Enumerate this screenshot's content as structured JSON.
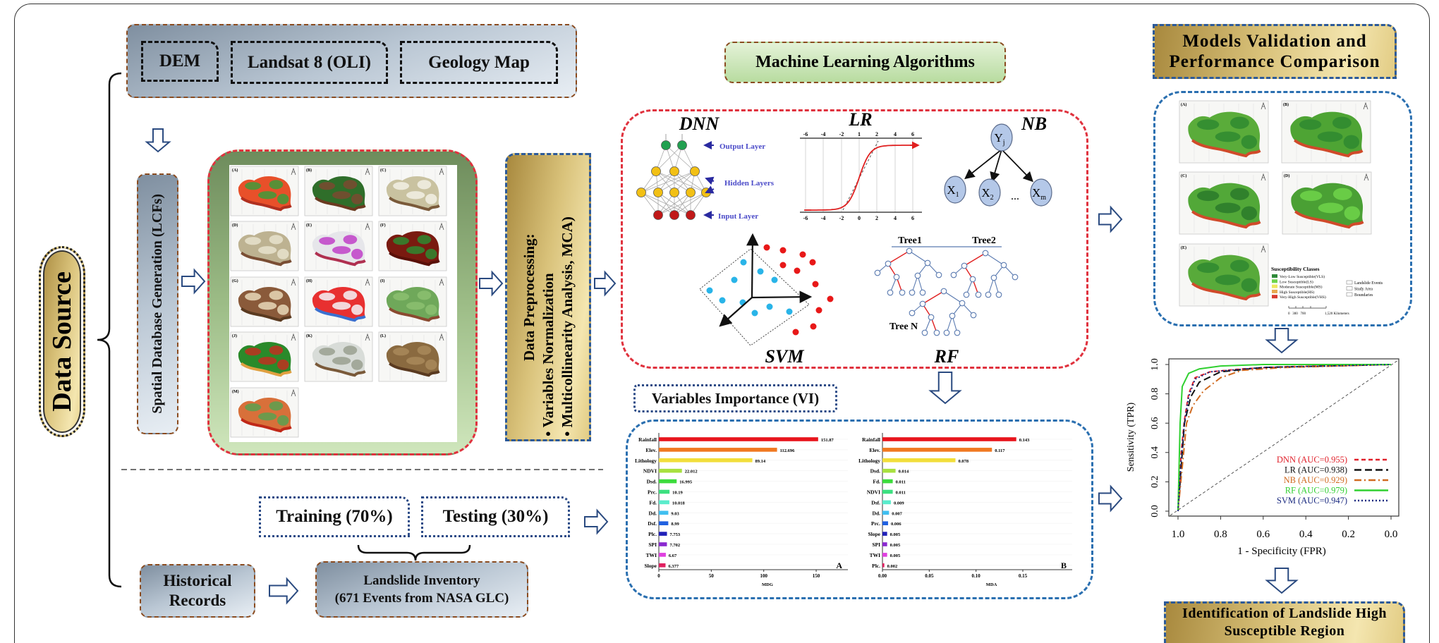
{
  "data_source": {
    "label": "Data Source"
  },
  "sources": {
    "dem": "DEM",
    "landsat": "Landsat 8 (OLI)",
    "geology": "Geology Map"
  },
  "spatial_db": {
    "label": "Spatial Database Generation (LCFs)"
  },
  "lcf_maps": [
    {
      "label": "(A)",
      "colors": [
        "#e8502a",
        "#3f9a3a",
        "#b03020"
      ]
    },
    {
      "label": "(B)",
      "colors": [
        "#2f6e2a",
        "#7a4a30",
        "#6a3a20"
      ]
    },
    {
      "label": "(C)",
      "colors": [
        "#c9c2a0",
        "#f2f0e4",
        "#7a5a3a"
      ]
    },
    {
      "label": "(D)",
      "colors": [
        "#bdb291",
        "#e8e2cc",
        "#7a4e34"
      ]
    },
    {
      "label": "(E)",
      "colors": [
        "#e6e6ea",
        "#c040c8",
        "#b03050"
      ]
    },
    {
      "label": "(F)",
      "colors": [
        "#7a1a10",
        "#2f8a30",
        "#5a1008"
      ]
    },
    {
      "label": "(G)",
      "colors": [
        "#8a5a3a",
        "#e8d8b8",
        "#5a3a20"
      ]
    },
    {
      "label": "(H)",
      "colors": [
        "#e83030",
        "#f4f4f8",
        "#3a70d0"
      ]
    },
    {
      "label": "(I)",
      "colors": [
        "#6fa85a",
        "#8cc070",
        "#8a4a30"
      ]
    },
    {
      "label": "(J)",
      "colors": [
        "#2a8a2a",
        "#c03020",
        "#e0a040"
      ]
    },
    {
      "label": "(K)",
      "colors": [
        "#d8dcd8",
        "#9aa090",
        "#7a5a3a"
      ]
    },
    {
      "label": "(L)",
      "colors": [
        "#8a6a40",
        "#a8885a",
        "#5a3a20"
      ]
    },
    {
      "label": "(M)",
      "colors": [
        "#d8703a",
        "#5aa050",
        "#c02818"
      ]
    }
  ],
  "preprocessing": {
    "title": "Data Preprocessing:",
    "items": [
      "Variables Normalization",
      "Multicollinearity Analysis, MCA)"
    ]
  },
  "split": {
    "training": "Training (70%)",
    "testing": "Testing (30%)"
  },
  "historical": {
    "label": "Historical Records"
  },
  "inventory": {
    "line1": "Landslide Inventory",
    "line2": "(671 Events from NASA GLC)"
  },
  "ml": {
    "title": "Machine Learning Algorithms",
    "dnn": {
      "title": "DNN",
      "output_layer": "Output Layer",
      "hidden_layers": "Hidden Layers",
      "input_layer": "Input Layer"
    },
    "lr": {
      "title": "LR",
      "top_ticks": [
        "-6",
        "-4",
        "-2",
        "1",
        "2",
        "4",
        "6"
      ],
      "bottom_ticks": [
        "-6",
        "-4",
        "-2",
        "0",
        "2",
        "4",
        "6"
      ]
    },
    "nb": {
      "title": "NB",
      "parent": "Y",
      "parent_sub": "j",
      "children": [
        {
          "v": "X",
          "sub": "1"
        },
        {
          "v": "X",
          "sub": "2"
        },
        {
          "v": "X",
          "sub": "m"
        }
      ],
      "ellipsis": "..."
    },
    "svm": {
      "title": "SVM"
    },
    "rf": {
      "title": "RF",
      "tree1": "Tree1",
      "tree2": "Tree2",
      "treeN": "Tree N"
    }
  },
  "vi": {
    "title": "Variables Importance (VI)"
  },
  "validation": {
    "title_line1": "Models Validation and",
    "title_line2": "Performance Comparison",
    "maps": [
      "(A)",
      "(B)",
      "(C)",
      "(D)",
      "(E)"
    ],
    "legend": {
      "title": "Susceptibility Classes",
      "classes": [
        {
          "label": "Very-Low Susceptible(VLS)",
          "color": "#2f8a3a"
        },
        {
          "label": "Low Susceptible(LS)",
          "color": "#6ed44a"
        },
        {
          "label": "Moderate Susceptible(MS)",
          "color": "#eee860"
        },
        {
          "label": "High Susceptible(HS)",
          "color": "#e8a850"
        },
        {
          "label": "Very-High Susceptible(VHS)",
          "color": "#d83a30"
        }
      ],
      "other": [
        "Landslide Events",
        "Study Area",
        "Boundaries"
      ],
      "scale_ticks": "0   300   700",
      "scale_end": "1,520 Kilometers"
    }
  },
  "final": {
    "line1": "Identification of Landslide High",
    "line2": "Susceptible Region"
  },
  "colors": {
    "ml_border": "#e0323e",
    "blue_border": "#2a6fb0",
    "box_border": "#8a4b1f",
    "arrow": "#2a4a80"
  },
  "chart_data": [
    {
      "type": "bar",
      "orientation": "horizontal",
      "panel": "A",
      "xlabel": "MDG",
      "categories": [
        "Rainfall",
        "Elev.",
        "Lithology",
        "NDVI",
        "Dsd.",
        "Prc.",
        "Fd.",
        "Dd.",
        "Dsf.",
        "Plc.",
        "SPI",
        "TWI",
        "Slope"
      ],
      "values": [
        151.87,
        112.696,
        89.14,
        22.012,
        16.995,
        10.19,
        10.018,
        9.03,
        8.99,
        7.753,
        7.702,
        6.67,
        6.377
      ],
      "value_labels": [
        "151.87",
        "112.696",
        "89.14",
        "22.012",
        "16.995",
        "10.19",
        "10.018",
        "9.03",
        "8.99",
        "7.753",
        "7.702",
        "6.67",
        "6.377"
      ],
      "colors": [
        "#e8141c",
        "#f07820",
        "#f2de3a",
        "#a8e040",
        "#3cdc3c",
        "#3ce080",
        "#5aeccc",
        "#40bff0",
        "#2060e0",
        "#2020b8",
        "#8a28d0",
        "#e040e0",
        "#e02060"
      ],
      "xlim": [
        0,
        180
      ],
      "xticks": [
        "0",
        "50",
        "100",
        "150"
      ]
    },
    {
      "type": "bar",
      "orientation": "horizontal",
      "panel": "B",
      "xlabel": "MDA",
      "categories": [
        "Rainfall",
        "Elev.",
        "Lithology",
        "Dsd.",
        "Fd.",
        "NDVI",
        "Dsf.",
        "Dd.",
        "Prc.",
        "Slope",
        "SPI",
        "TWI",
        "Plc."
      ],
      "values": [
        0.143,
        0.117,
        0.078,
        0.014,
        0.011,
        0.011,
        0.009,
        0.007,
        0.006,
        0.005,
        0.005,
        0.005,
        0.002
      ],
      "value_labels": [
        "0.143",
        "0.117",
        "0.078",
        "0.014",
        "0.011",
        "0.011",
        "0.009",
        "0.007",
        "0.006",
        "0.005",
        "0.005",
        "0.005",
        "0.002"
      ],
      "colors": [
        "#e8141c",
        "#f07820",
        "#f2de3a",
        "#a8e040",
        "#3cdc3c",
        "#3ce080",
        "#5aeccc",
        "#40bff0",
        "#2060e0",
        "#2020b8",
        "#8a28d0",
        "#e040e0",
        "#e02060"
      ],
      "xlim": [
        0,
        0.19
      ],
      "xticks": [
        "0.00",
        "0.05",
        "0.10",
        "0.15"
      ]
    },
    {
      "type": "line",
      "xlabel": "1 - Specificity (FPR)",
      "ylabel": "Sensitivity (TPR)",
      "xlim": [
        1.0,
        0.0
      ],
      "ylim": [
        0.0,
        1.0
      ],
      "xticks": [
        "1.0",
        "0.8",
        "0.6",
        "0.4",
        "0.2",
        "0.0"
      ],
      "yticks": [
        "0.0",
        "0.2",
        "0.4",
        "0.6",
        "0.8",
        "1.0"
      ],
      "legend_position": "bottom-right",
      "series": [
        {
          "name": "DNN (AUC=0.955)",
          "color": "#e0202a",
          "dash": "dashed",
          "points": [
            [
              1,
              0
            ],
            [
              0.985,
              0.4
            ],
            [
              0.97,
              0.62
            ],
            [
              0.95,
              0.8
            ],
            [
              0.92,
              0.91
            ],
            [
              0.85,
              0.95
            ],
            [
              0.7,
              0.97
            ],
            [
              0.5,
              0.985
            ],
            [
              0,
              1
            ]
          ]
        },
        {
          "name": "LR (AUC=0.938)",
          "color": "#111111",
          "dash": "longdash",
          "points": [
            [
              1,
              0
            ],
            [
              0.985,
              0.3
            ],
            [
              0.97,
              0.6
            ],
            [
              0.94,
              0.78
            ],
            [
              0.9,
              0.88
            ],
            [
              0.8,
              0.95
            ],
            [
              0.6,
              0.98
            ],
            [
              0,
              1
            ]
          ]
        },
        {
          "name": "NB (AUC=0.929)",
          "color": "#d06a20",
          "dash": "dashdot",
          "points": [
            [
              1,
              0
            ],
            [
              0.98,
              0.3
            ],
            [
              0.96,
              0.6
            ],
            [
              0.93,
              0.72
            ],
            [
              0.88,
              0.82
            ],
            [
              0.8,
              0.91
            ],
            [
              0.7,
              0.96
            ],
            [
              0.5,
              0.98
            ],
            [
              0,
              1
            ]
          ]
        },
        {
          "name": "RF (AUC=0.979)",
          "color": "#30d030",
          "dash": "solid",
          "points": [
            [
              1,
              0
            ],
            [
              0.99,
              0.6
            ],
            [
              0.98,
              0.85
            ],
            [
              0.95,
              0.94
            ],
            [
              0.9,
              0.97
            ],
            [
              0.8,
              0.99
            ],
            [
              0.6,
              1
            ],
            [
              0,
              1
            ]
          ]
        },
        {
          "name": "SVM (AUC=0.947)",
          "color": "#1a2a80",
          "dash": "dotted",
          "points": [
            [
              1,
              0
            ],
            [
              0.985,
              0.35
            ],
            [
              0.97,
              0.6
            ],
            [
              0.95,
              0.78
            ],
            [
              0.92,
              0.9
            ],
            [
              0.85,
              0.95
            ],
            [
              0.6,
              0.98
            ],
            [
              0,
              1
            ]
          ]
        }
      ]
    }
  ]
}
